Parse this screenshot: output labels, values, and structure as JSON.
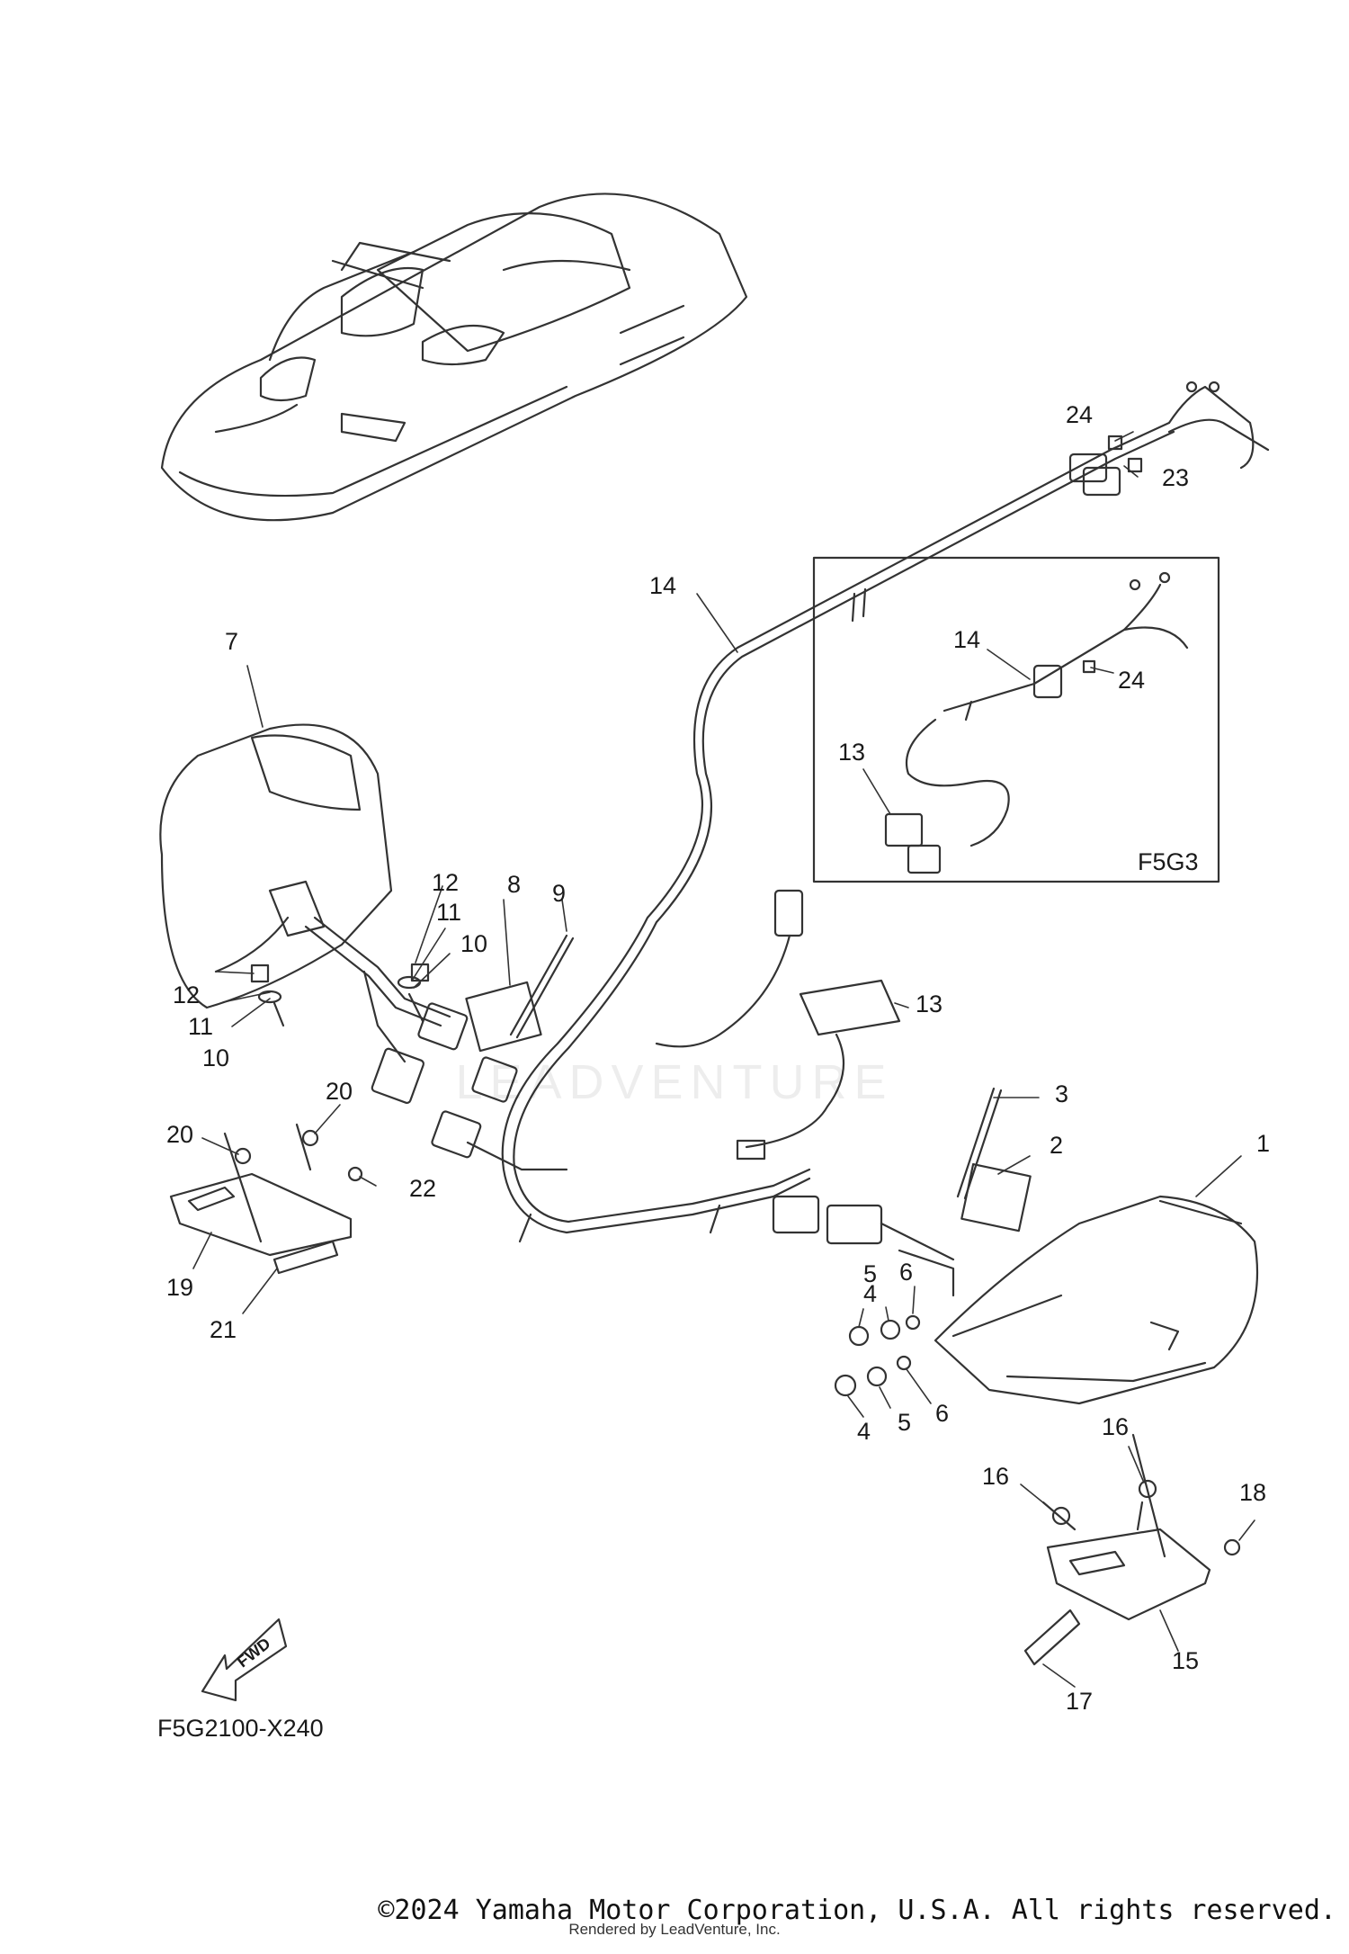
{
  "diagram": {
    "drawing_code": "F5G2100-X240",
    "inset_code": "F5G3",
    "fwd_label": "FWD",
    "callouts": [
      "1",
      "2",
      "3",
      "4",
      "4",
      "5",
      "5",
      "6",
      "6",
      "7",
      "8",
      "9",
      "10",
      "10",
      "11",
      "11",
      "12",
      "12",
      "13",
      "13",
      "14",
      "14",
      "15",
      "16",
      "16",
      "17",
      "18",
      "19",
      "20",
      "20",
      "21",
      "22",
      "23",
      "24",
      "24"
    ]
  },
  "footer": {
    "copyright": "©2024 Yamaha Motor Corporation, U.S.A. All rights reserved.",
    "rendered_by": "Rendered by LeadVenture, Inc."
  },
  "watermark": {
    "text": "LEADVENTURE"
  },
  "colors": {
    "line": "#333333",
    "background": "#ffffff",
    "watermark": "#e8e8e8"
  }
}
